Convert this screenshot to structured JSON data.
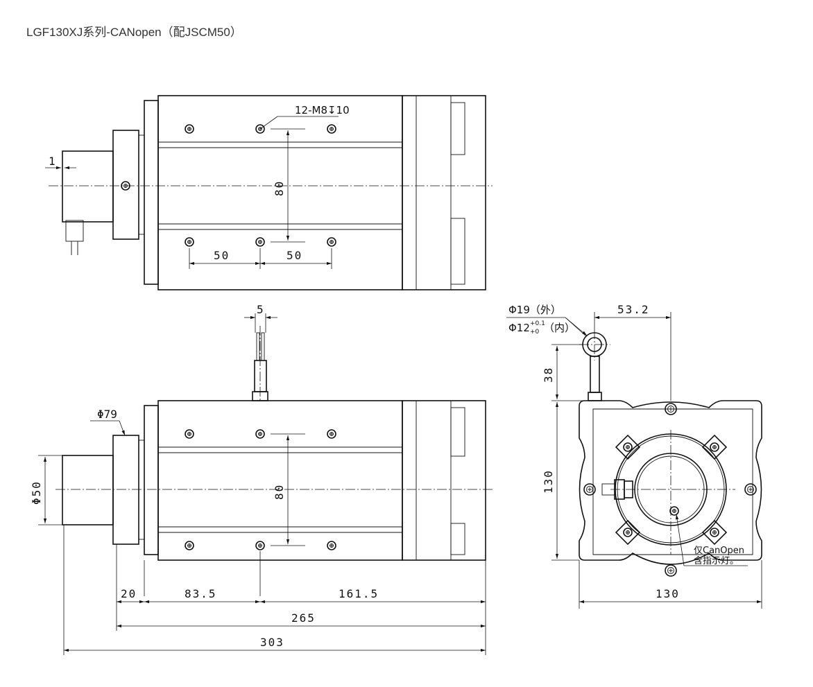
{
  "title": "LGF130XJ系列-CANopen（配JSCM50）",
  "top_view": {
    "thread_note": "12-M8↧10",
    "dim_1": "1",
    "dim_80": "80",
    "dim_50_left": "50",
    "dim_50_right": "50"
  },
  "front_view": {
    "dim_5": "5",
    "dia_79": "Φ79",
    "dia_50": "Φ50",
    "dim_80": "80",
    "dim_20": "20",
    "dim_83_5": "83.5",
    "dim_161_5": "161.5",
    "dim_265": "265",
    "dim_303": "303"
  },
  "side_view": {
    "eye_outer": "Φ19（外）",
    "eye_inner": "Φ12",
    "eye_inner_tol_upper": "+0.1",
    "eye_inner_tol_lower": "+0",
    "eye_inner_suffix": "（内）",
    "dim_53_2": "53.2",
    "dim_38": "38",
    "dim_130_v": "130",
    "dim_130_h": "130",
    "note_line1": "仅CanOpen",
    "note_line2": "含指示灯。"
  }
}
